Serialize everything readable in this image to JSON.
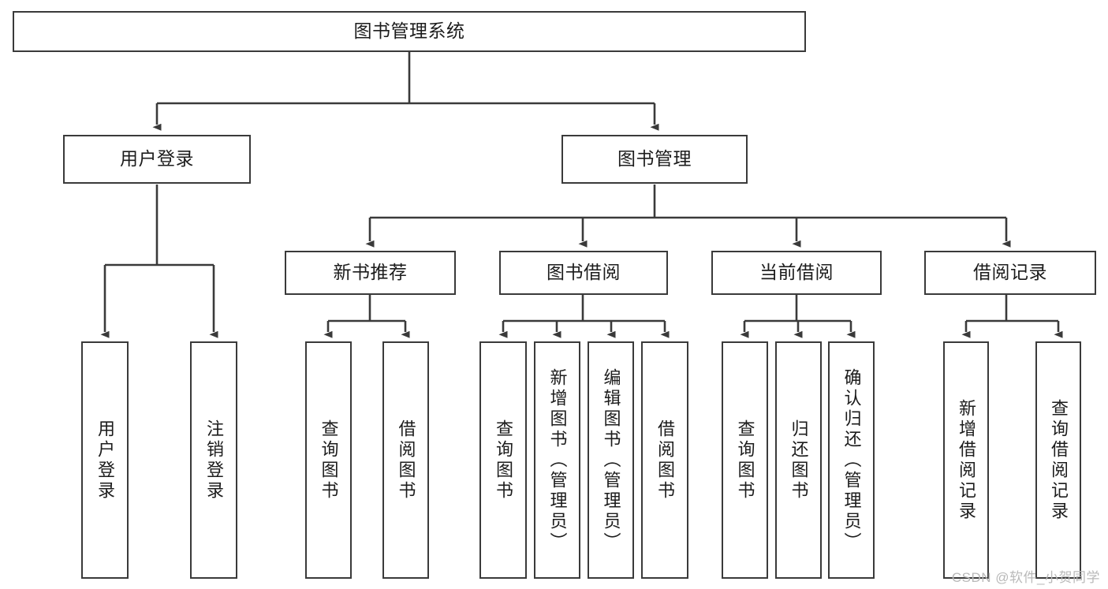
{
  "diagram": {
    "title": "图书管理系统",
    "type": "tree",
    "watermark": "CSDN @软件_小贺同学",
    "colors": {
      "box_border": "#3a3a3a",
      "box_fill": "#ffffff",
      "edge": "#3a3a3a",
      "text": "#1c1c1c",
      "watermark": "#b9b9b9"
    },
    "nodes": {
      "root": "图书管理系统",
      "level2": [
        "用户登录",
        "图书管理"
      ],
      "level3": [
        "新书推荐",
        "图书借阅",
        "当前借阅",
        "借阅记录"
      ],
      "leaves_user_login": [
        "用户登录",
        "注销登录"
      ],
      "leaves_new_book": [
        "查询图书",
        "借阅图书"
      ],
      "leaves_borrow": [
        "查询图书",
        "新增图书（管理员）",
        "编辑图书（管理员）",
        "借阅图书"
      ],
      "leaves_current": [
        "查询图书",
        "归还图书",
        "确认归还（管理员）"
      ],
      "leaves_records": [
        "新增借阅记录",
        "查询借阅记录"
      ]
    }
  }
}
